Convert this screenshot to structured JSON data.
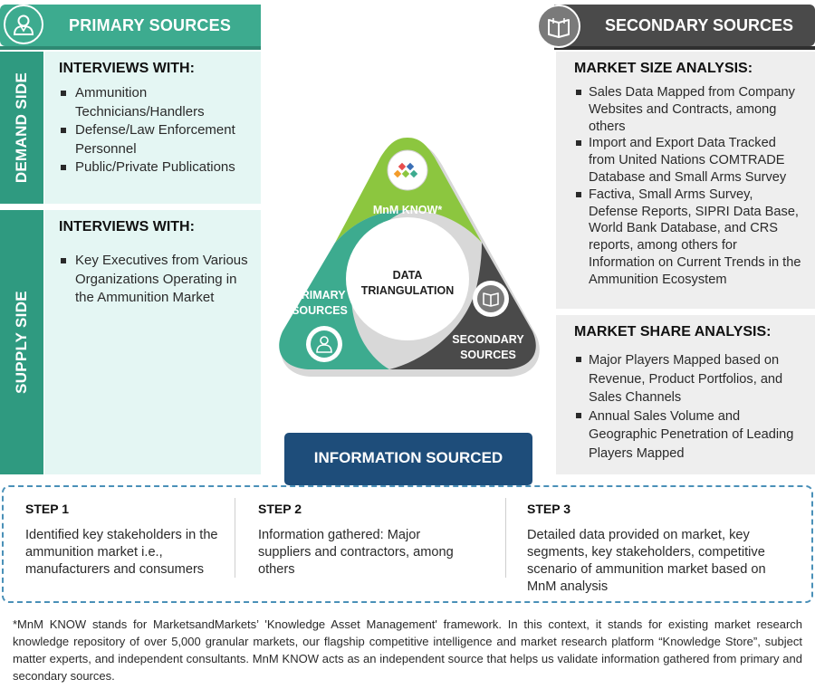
{
  "primary": {
    "title": "PRIMARY SOURCES",
    "demand_label": "DEMAND SIDE",
    "supply_label": "SUPPLY SIDE",
    "demand": {
      "heading": "INTERVIEWS WITH:",
      "items": [
        "Ammunition Technicians/Handlers",
        "Defense/Law Enforcement Personnel",
        "Public/Private Publications"
      ]
    },
    "supply": {
      "heading": "INTERVIEWS WITH:",
      "items": [
        "Key Executives from Various Organizations Operating in the Ammunition Market"
      ]
    }
  },
  "secondary": {
    "title": "SECONDARY SOURCES",
    "market_size": {
      "heading": "MARKET SIZE ANALYSIS:",
      "items": [
        "Sales Data Mapped from Company Websites and Contracts, among others",
        "Import and Export Data Tracked from United Nations COMTRADE Database and Small Arms Survey",
        "Factiva, Small Arms Survey, Defense Reports, SIPRI Data Base, World Bank Database, and CRS reports, among others for Information on Current Trends in the Ammunition Ecosystem"
      ]
    },
    "market_share": {
      "heading": "MARKET SHARE ANALYSIS:",
      "items": [
        "Major Players Mapped based on Revenue, Product Portfolios, and Sales Channels",
        "Annual Sales Volume and Geographic Penetration of Leading Players Mapped"
      ]
    }
  },
  "triangle": {
    "top_label": "MnM KNOW*",
    "left_label_1": "PRIMARY",
    "left_label_2": "SOURCES",
    "right_label_1": "SECONDARY",
    "right_label_2": "SOURCES",
    "center_label_1": "DATA",
    "center_label_2": "TRIANGULATION",
    "colors": {
      "top": "#8cc63f",
      "left": "#3dab8f",
      "right": "#4a4a4a"
    }
  },
  "info_sourced": "INFORMATION SOURCED",
  "steps": [
    {
      "title": "STEP 1",
      "text": "Identified key stakeholders in the ammunition market i.e., manufacturers and consumers"
    },
    {
      "title": "STEP 2",
      "text": "Information gathered: Major suppliers and contractors, among others"
    },
    {
      "title": "STEP 3",
      "text": "Detailed data provided on market, key segments, key stakeholders, competitive scenario of ammunition market based on MnM analysis"
    }
  ],
  "footnote": "*MnM KNOW stands for MarketsandMarkets’ 'Knowledge Asset Management' framework. In this context, it stands for existing market research knowledge repository of over 5,000 granular markets, our flagship competitive intelligence and market research platform “Knowledge Store”, subject matter experts, and independent consultants. MnM KNOW acts as an independent source that helps us validate information gathered from primary and secondary sources.",
  "icons": [
    "person-icon",
    "book-icon",
    "mnm-logo-icon"
  ]
}
